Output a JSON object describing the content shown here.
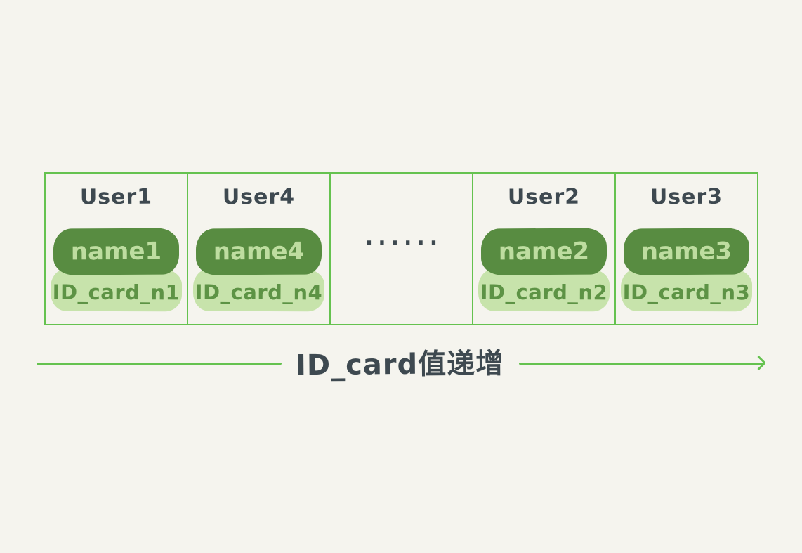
{
  "colors": {
    "background": "#f5f4ee",
    "border_green": "#65c24f",
    "dark_badge": "#588c41",
    "dark_badge_text": "#bedda0",
    "light_badge": "#c7e3ab",
    "light_badge_text": "#5d9345",
    "heading_text": "#3e4950"
  },
  "cells": [
    {
      "user": "User1",
      "name": "name1",
      "id_card": "ID_card_n1"
    },
    {
      "user": "User4",
      "name": "name4",
      "id_card": "ID_card_n4"
    },
    {
      "ellipsis": "......"
    },
    {
      "user": "User2",
      "name": "name2",
      "id_card": "ID_card_n2"
    },
    {
      "user": "User3",
      "name": "name3",
      "id_card": "ID_card_n3"
    }
  ],
  "arrow": {
    "label": "ID_card值递增"
  }
}
